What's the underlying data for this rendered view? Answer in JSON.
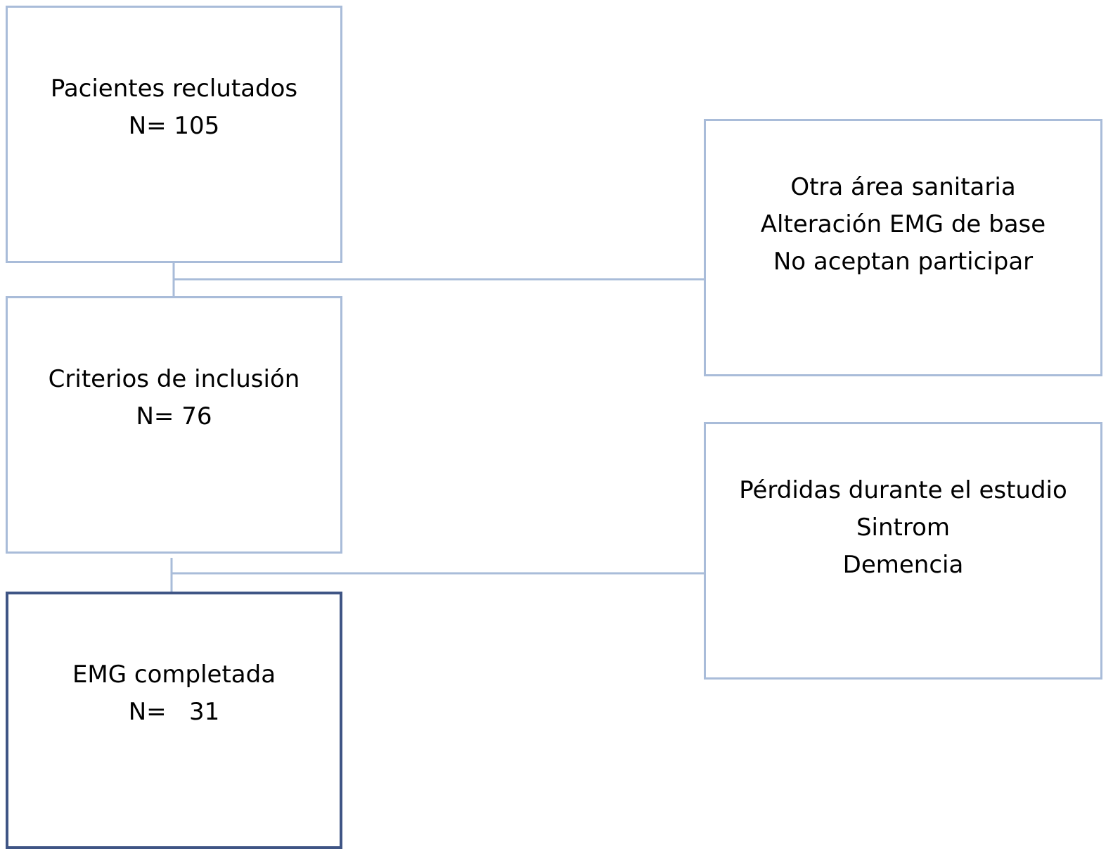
{
  "flow": {
    "recruited": {
      "lines": [
        "Pacientes reclutados",
        "N= 105"
      ]
    },
    "inclusion": {
      "lines": [
        "Criterios de inclusión",
        "N= 76"
      ]
    },
    "completed": {
      "lines": [
        "EMG completada",
        "N=   31"
      ]
    },
    "excluded": {
      "lines": [
        "Otra área sanitaria",
        "Alteración EMG de base",
        "No aceptan participar"
      ]
    },
    "lost": {
      "lines": [
        "Pérdidas durante el estudio",
        "Sintrom",
        "Demencia"
      ]
    }
  },
  "colors": {
    "box_border": "#a9bcd9",
    "emphasis_border": "#3f5585",
    "connector": "#a9bcd9"
  }
}
